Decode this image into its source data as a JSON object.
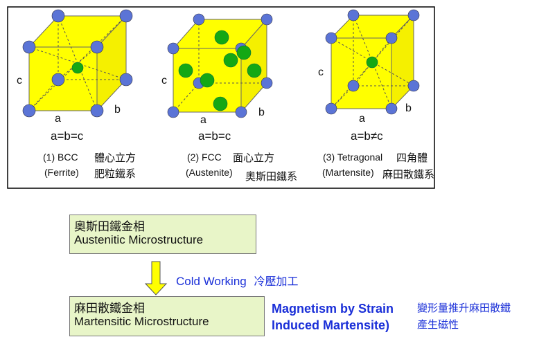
{
  "figure_frame": {},
  "cells": [
    {
      "id": "bcc",
      "equation": "a=b=c",
      "caption_line1": "(1) BCC",
      "caption_line1_cn": "體心立方",
      "caption_line2": "(Ferrite)",
      "caption_line2_cn": "肥粒鐵系",
      "edge_labels": {
        "c": "c",
        "a": "a",
        "b": "b"
      },
      "atom_type": "body-centered"
    },
    {
      "id": "fcc",
      "equation": "a=b=c",
      "caption_line1": "(2) FCC",
      "caption_line1_cn": "面心立方",
      "caption_line2": "(Austenite)",
      "caption_line2_cn": "奧斯田鐵系",
      "edge_labels": {
        "c": "c",
        "a": "a",
        "b": "b"
      },
      "atom_type": "face-centered"
    },
    {
      "id": "tet",
      "equation": "a=b≠c",
      "caption_line1": "(3) Tetragonal",
      "caption_line1_cn": "四角體",
      "caption_line2": "(Martensite)",
      "caption_line2_cn": "麻田散鐵系",
      "edge_labels": {
        "c": "c",
        "a": "a",
        "b": "b"
      },
      "atom_type": "body-centered-tetragonal"
    }
  ],
  "austenite_box": {
    "cn": "奧斯田鐵金相",
    "en": "Austenitic Microstructure"
  },
  "martensite_box": {
    "cn": "麻田散鐵金相",
    "en": "Martensitic Microstructure"
  },
  "process": {
    "en": "Cold Working",
    "cn": "冷壓加工"
  },
  "magnetism": {
    "en_line1": "Magnetism by Strain",
    "en_line2": "Induced Martensite)",
    "cn_line1": "變形量推升麻田散鐵",
    "cn_line2": "產生磁性"
  },
  "colors": {
    "cube_fill": "#ffff00",
    "corner_atom": "#5b74d6",
    "center_atom": "#14a814",
    "box_fill": "#e8f5c8",
    "arrow_fill": "#ffff00",
    "blue_text": "#1a2fd8"
  }
}
